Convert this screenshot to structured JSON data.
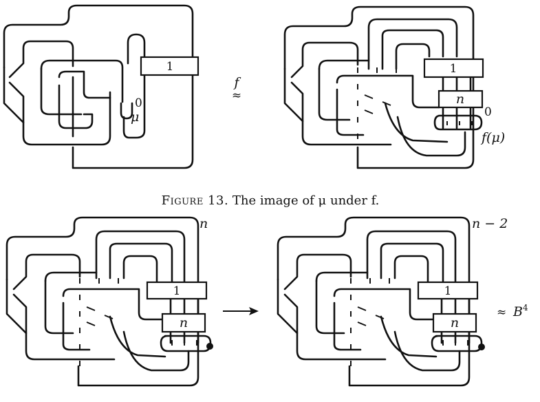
{
  "caption": {
    "figure_label": "Figure 13.",
    "text": "The image of μ under f."
  },
  "top_left": {
    "box_label": "1",
    "framing_label": "0",
    "curve_label": "μ"
  },
  "relation_top": {
    "map_label": "f",
    "symbol": "≈"
  },
  "top_right": {
    "box_top_label": "1",
    "box_mid_label": "n",
    "framing_label": "0",
    "curve_label": "f(μ)"
  },
  "bottom_left": {
    "framing_label": "n",
    "box_top_label": "1",
    "box_mid_label": "n"
  },
  "arrow_symbol": "→",
  "bottom_right": {
    "framing_label": "n − 2",
    "box_top_label": "1",
    "box_mid_label": "n"
  },
  "result": {
    "symbol": "≈",
    "space": "B",
    "superscript": "4"
  }
}
